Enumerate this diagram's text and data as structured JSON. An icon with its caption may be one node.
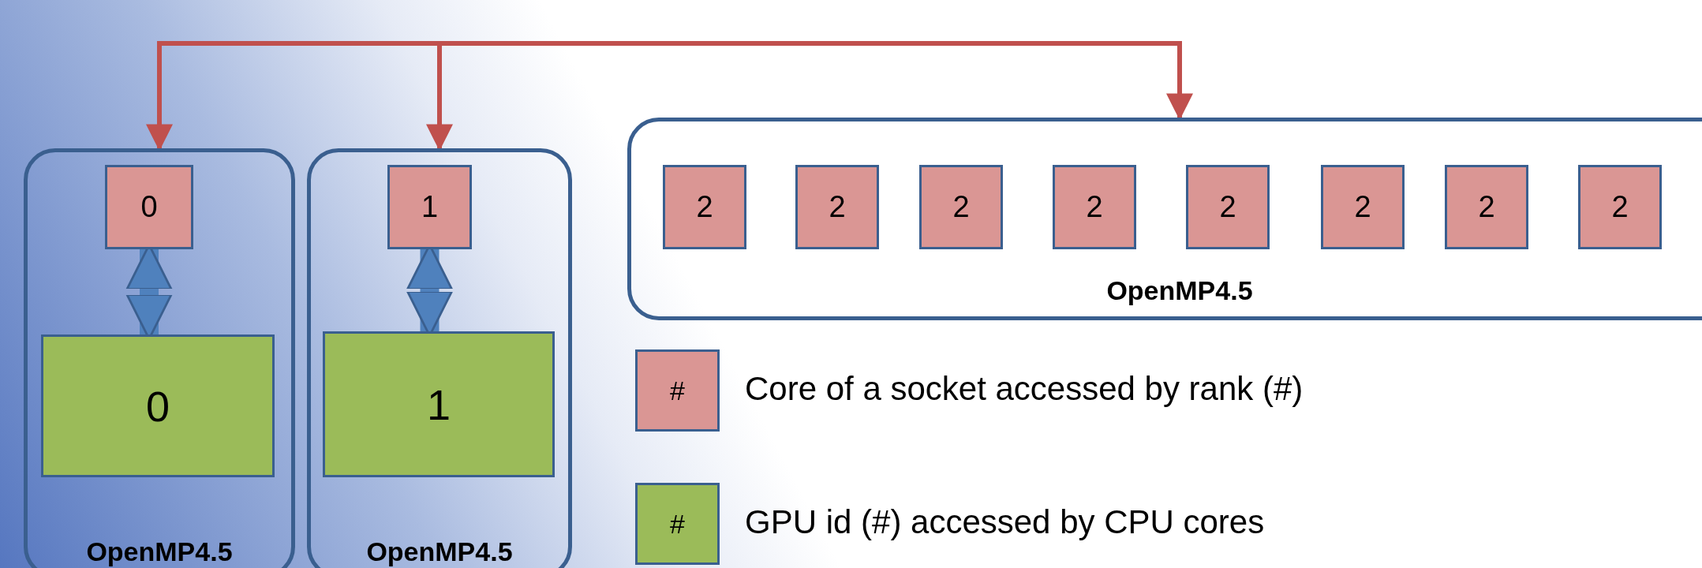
{
  "diagram": {
    "nodes": [
      {
        "text": [
          "OpenMP4.5"
        ]
      },
      {
        "text": [
          "0"
        ],
        "in": 0
      },
      {
        "text": [
          "0"
        ],
        "in": 0
      },
      {
        "text": [
          "OpenMP4.5"
        ]
      },
      {
        "text": [
          "1"
        ],
        "in": 3
      },
      {
        "text": [
          "1"
        ],
        "in": 3
      },
      {
        "text": [
          "OpenMP4.5"
        ]
      },
      {
        "text": [
          "2"
        ],
        "in": 6
      },
      {
        "text": [
          "2"
        ],
        "in": 6
      },
      {
        "text": [
          "2"
        ],
        "in": 6
      },
      {
        "text": [
          "2"
        ],
        "in": 6
      },
      {
        "text": [
          "2"
        ],
        "in": 6
      },
      {
        "text": [
          "2"
        ],
        "in": 6
      },
      {
        "text": [
          "2"
        ],
        "in": 6
      },
      {
        "text": [
          "2"
        ],
        "in": 6
      }
    ],
    "edges": [
      {
        "from": null,
        "to": 0,
        "arrow": "to",
        "color": "#c0504d"
      },
      {
        "from": null,
        "to": 3,
        "arrow": "to",
        "color": "#c0504d"
      },
      {
        "from": null,
        "to": 6,
        "arrow": "to",
        "color": "#c0504d"
      },
      {
        "from": 1,
        "to": 2,
        "arrow": "both",
        "style": "thick",
        "color": "#4f81bd"
      },
      {
        "from": 4,
        "to": 5,
        "arrow": "both",
        "style": "thick",
        "color": "#4f81bd"
      }
    ],
    "labels": [
      "#",
      "#"
    ],
    "legend": [
      {
        "text": "Core of a socket accessed by rank (#)",
        "color": "#da9694"
      },
      {
        "text": "GPU id (#) accessed by CPU cores",
        "color": "#9bbb59"
      }
    ]
  }
}
